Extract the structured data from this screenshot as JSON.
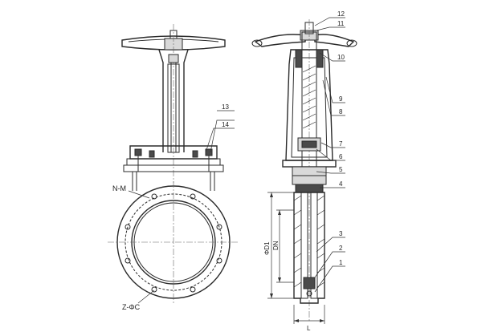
{
  "parts": [
    {
      "no": "12"
    },
    {
      "no": "11"
    },
    {
      "no": "10"
    },
    {
      "no": "9"
    },
    {
      "no": "8"
    },
    {
      "no": "7"
    },
    {
      "no": "6"
    },
    {
      "no": "5"
    },
    {
      "no": "4"
    },
    {
      "no": "3"
    },
    {
      "no": "2"
    },
    {
      "no": "1"
    },
    {
      "no": "13"
    },
    {
      "no": "14"
    }
  ],
  "labels": {
    "bolt_thread": "N-M",
    "flange_holes": "Z-ΦC",
    "outer_diameter": "ΦD1",
    "nominal_diameter": "DN",
    "length": "L"
  }
}
